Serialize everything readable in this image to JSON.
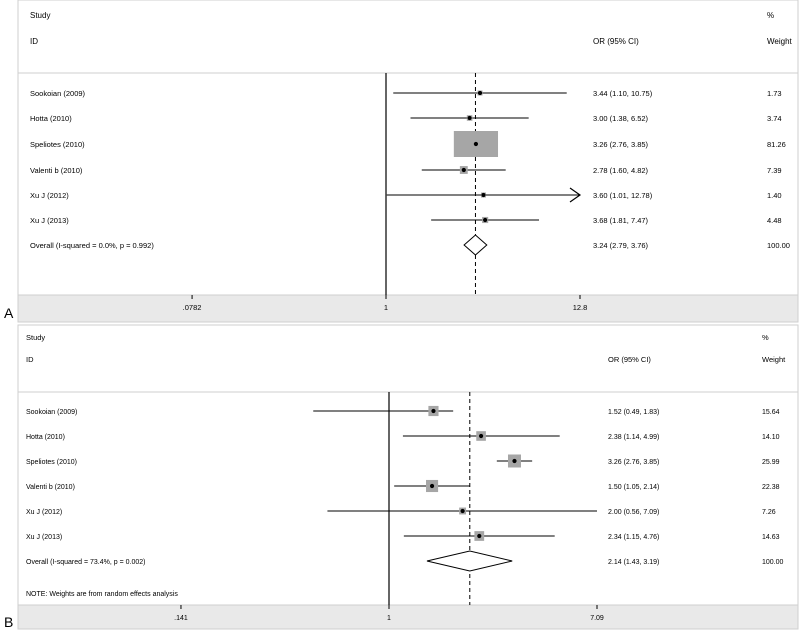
{
  "figure": {
    "panel_labels": [
      "A",
      "B"
    ]
  },
  "chart_data": [
    {
      "type": "forest",
      "panel": "A",
      "columns": {
        "study_header": "Study",
        "id_header": "ID",
        "or_header": "OR (95% CI)",
        "pct_header": "%",
        "weight_header": "Weight"
      },
      "rows": [
        {
          "label": "Sookoian  (2009)",
          "or": 3.44,
          "lo": 1.1,
          "hi": 10.75,
          "ci_text": "3.44 (1.10, 10.75)",
          "weight": "1.73",
          "box": 0.15
        },
        {
          "label": "Hotta  (2010)",
          "or": 3.0,
          "lo": 1.38,
          "hi": 6.52,
          "ci_text": "3.00 (1.38, 6.52)",
          "weight": "3.74",
          "box": 0.214
        },
        {
          "label": "Speliotes  (2010)",
          "or": 3.26,
          "lo": 2.76,
          "hi": 3.85,
          "ci_text": "3.26 (2.76, 3.85)",
          "weight": "81.26",
          "box": 1.0
        },
        {
          "label": "Valenti b (2010)",
          "or": 2.78,
          "lo": 1.6,
          "hi": 4.82,
          "ci_text": "2.78 (1.60, 4.82)",
          "weight": "7.39",
          "box": 0.302
        },
        {
          "label": "Xu J (2012)",
          "or": 3.6,
          "lo": 1.01,
          "hi": 12.78,
          "ci_text": "3.60 (1.01, 12.78)",
          "weight": "1.40",
          "box": 0.131,
          "arrow": "right"
        },
        {
          "label": "Xu J (2013)",
          "or": 3.68,
          "lo": 1.81,
          "hi": 7.47,
          "ci_text": "3.68 (1.81, 7.47)",
          "weight": "4.48",
          "box": 0.235
        }
      ],
      "overall": {
        "label": "Overall  (I-squared = 0.0%, p = 0.992)",
        "or": 3.24,
        "lo": 2.79,
        "hi": 3.76,
        "ci_text": "3.24 (2.79, 3.76)",
        "weight": "100.00"
      },
      "note": "",
      "xaxis": {
        "scale": "log",
        "ticks": [
          0.0782,
          1,
          12.8
        ],
        "tick_labels": [
          ".0782",
          "1",
          "12.8"
        ]
      }
    },
    {
      "type": "forest",
      "panel": "B",
      "columns": {
        "study_header": "Study",
        "id_header": "ID",
        "or_header": "OR (95% CI)",
        "pct_header": "%",
        "weight_header": "Weight"
      },
      "rows": [
        {
          "label": "Sookoian  (2009)",
          "or": 1.52,
          "lo": 0.49,
          "hi": 1.83,
          "ci_text": "1.52 (0.49, 1.83)",
          "weight": "15.64",
          "box": 0.78
        },
        {
          "label": "Hotta  (2010)",
          "or": 2.38,
          "lo": 1.14,
          "hi": 4.99,
          "ci_text": "2.38 (1.14, 4.99)",
          "weight": "14.10",
          "box": 0.74
        },
        {
          "label": "Speliotes  (2010)",
          "or": 3.26,
          "lo": 2.76,
          "hi": 3.85,
          "ci_text": "3.26 (2.76, 3.85)",
          "weight": "25.99",
          "box": 1.0
        },
        {
          "label": "Valenti b (2010)",
          "or": 1.5,
          "lo": 1.05,
          "hi": 2.14,
          "ci_text": "1.50 (1.05, 2.14)",
          "weight": "22.38",
          "box": 0.93
        },
        {
          "label": "Xu J (2012)",
          "or": 2.0,
          "lo": 0.56,
          "hi": 7.09,
          "ci_text": "2.00 (0.56, 7.09)",
          "weight": "7.26",
          "box": 0.53
        },
        {
          "label": "Xu J (2013)",
          "or": 2.34,
          "lo": 1.15,
          "hi": 4.76,
          "ci_text": "2.34 (1.15, 4.76)",
          "weight": "14.63",
          "box": 0.75
        }
      ],
      "overall": {
        "label": "Overall  (I-squared = 73.4%, p = 0.002)",
        "or": 2.14,
        "lo": 1.43,
        "hi": 3.19,
        "ci_text": "2.14 (1.43, 3.19)",
        "weight": "100.00"
      },
      "note": "NOTE: Weights are from random effects analysis",
      "xaxis": {
        "scale": "log",
        "ticks": [
          0.141,
          1,
          7.09
        ],
        "tick_labels": [
          ".141",
          "1",
          "7.09"
        ]
      }
    }
  ]
}
